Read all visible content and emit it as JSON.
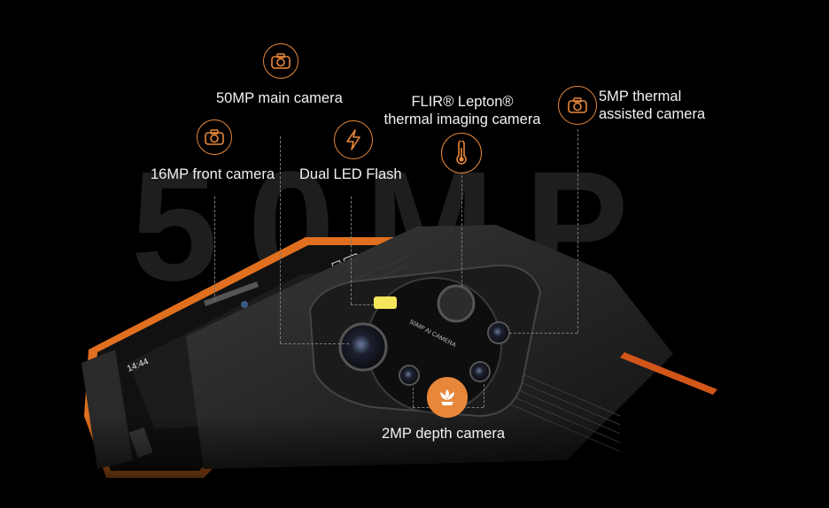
{
  "watermark": "50MP",
  "features": [
    {
      "label": "50MP main camera",
      "icon": "camera-icon"
    },
    {
      "label": "16MP front camera",
      "icon": "camera-icon"
    },
    {
      "label": "Dual LED Flash",
      "icon": "flash-icon"
    },
    {
      "label_line1": "FLIR® Lepton®",
      "label_line2": "thermal imaging camera",
      "icon": "thermometer-icon"
    },
    {
      "label_line1": "5MP thermal",
      "label_line2": "assisted camera",
      "icon": "camera-icon"
    },
    {
      "label": "2MP depth camera",
      "icon": "flower-icon"
    }
  ],
  "phone": {
    "status_time": "14:44",
    "lens_ring_text": "50MP AI CAMERA"
  },
  "colors": {
    "accent": "#e8873a",
    "background": "#000000"
  }
}
